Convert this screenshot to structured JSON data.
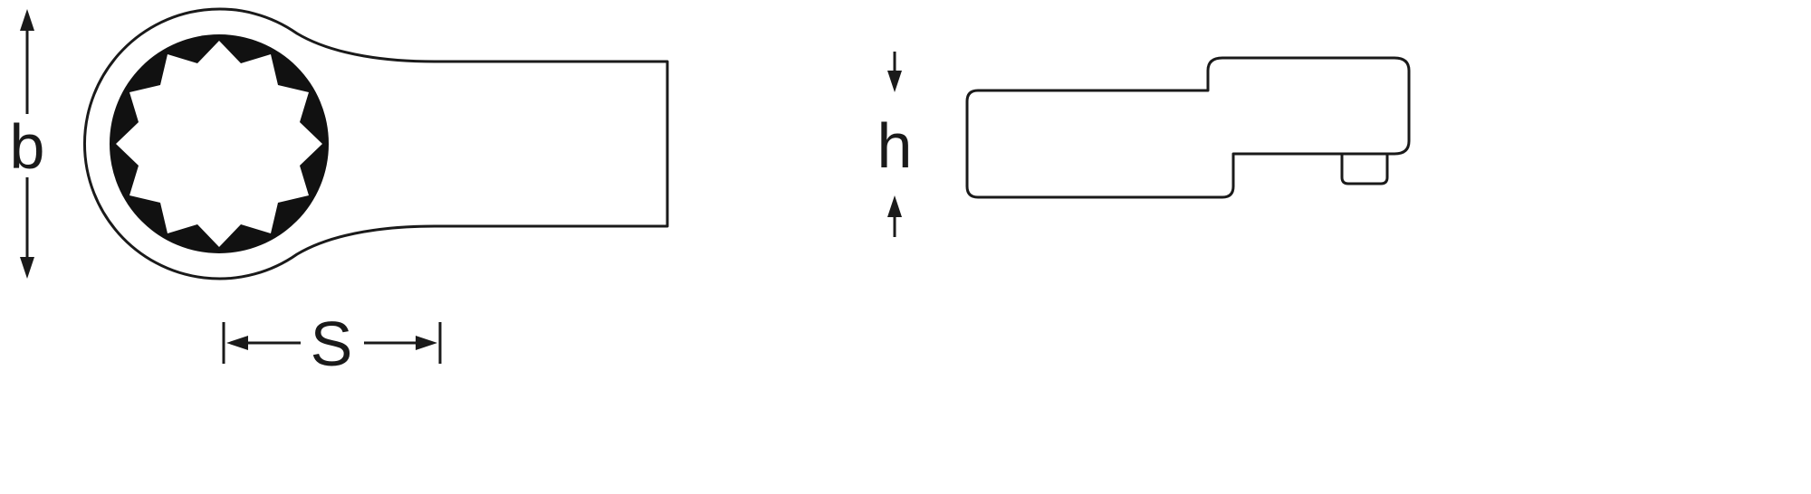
{
  "diagram": {
    "title": "wrench-insert-dimension-drawing",
    "colors": {
      "line": "#1a1a1a",
      "background": "#ffffff",
      "profile_fill": "#111111"
    },
    "front_view": {
      "name": "ring-end-insert-front-view",
      "height_dimension_label": "b",
      "width_dimension_label": "S"
    },
    "side_view": {
      "name": "ring-end-insert-side-view",
      "height_dimension_label": "h"
    }
  }
}
